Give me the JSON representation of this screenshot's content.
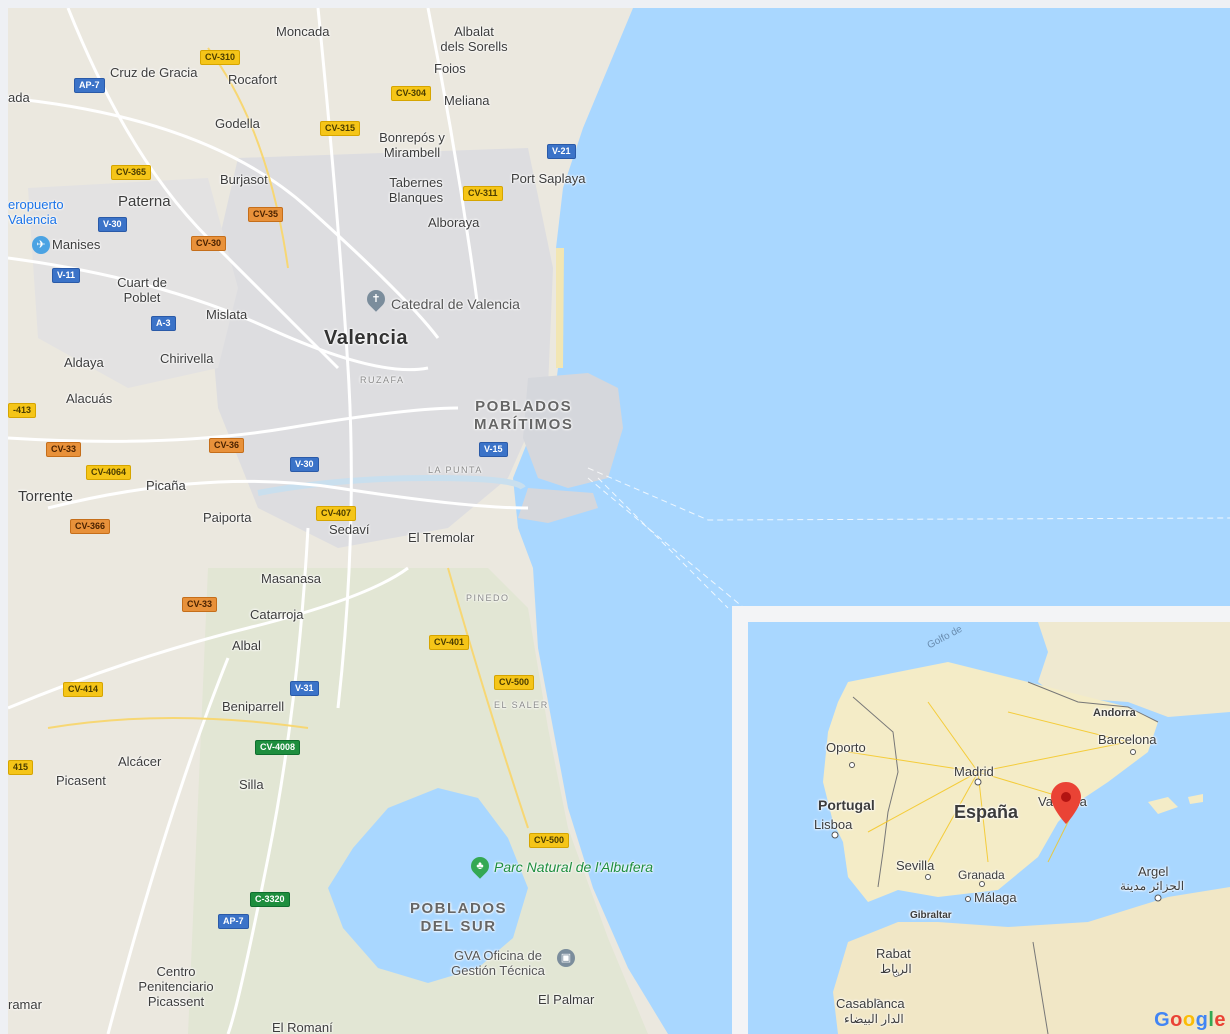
{
  "map": {
    "places": {
      "moncada": "Moncada",
      "albalat": "Albalat\ndels Sorells",
      "cruz": "Cruz de Gracia",
      "rocafort": "Rocafort",
      "ada": "ada",
      "foios": "Foios",
      "meliana": "Meliana",
      "godella": "Godella",
      "bonrepos": "Bonrepós y\nMirambell",
      "burjasot": "Burjasot",
      "tabernes": "Tabernes\nBlanques",
      "port_saplaya": "Port Saplaya",
      "paterna": "Paterna",
      "alboraya": "Alboraya",
      "aeropuerto": "eropuerto\nValencia",
      "manises": "Manises",
      "cuart": "Cuart de\nPoblet",
      "mislata": "Mislata",
      "catedral": "Catedral de Valencia",
      "valencia": "Valencia",
      "aldaya": "Aldaya",
      "chirivella": "Chirivella",
      "ruzafa": "RUZAFA",
      "poblados_maritimos": "POBLADOS\nMARÍTIMOS",
      "alacuas": "Alacuás",
      "la_punta": "LA PUNTA",
      "torrente": "Torrente",
      "picana": "Picaña",
      "paiporta": "Paiporta",
      "sedavi": "Sedaví",
      "el_tremolar": "El Tremolar",
      "masanasa": "Masanasa",
      "pinedo": "PINEDO",
      "catarroja": "Catarroja",
      "albal": "Albal",
      "el_saler": "EL SALER",
      "beniparrell": "Beniparrell",
      "alcacer": "Alcácer",
      "picasent": "Picasent",
      "silla": "Silla",
      "albufera": "Parc Natural de l'Albufera",
      "poblados_sur": "POBLADOS\nDEL SUR",
      "gva": "GVA Oficina de\nGestión Técnica",
      "centro": "Centro\nPenitenciario\nPicassent",
      "el_palmar": "El Palmar",
      "ramar": "ramar",
      "el_romani": "El Romaní"
    },
    "roads": {
      "cv310": "CV-310",
      "ap7a": "AP-7",
      "cv304": "CV-304",
      "cv315": "CV-315",
      "v21": "V-21",
      "cv365": "CV-365",
      "cv311": "CV-311",
      "cv35": "CV-35",
      "v30a": "V-30",
      "cv30": "CV-30",
      "v11": "V-11",
      "a3": "A-3",
      "r413": "-413",
      "cv33a": "CV-33",
      "cv36": "CV-36",
      "v30b": "V-30",
      "v15": "V-15",
      "cv4064": "CV-4064",
      "cv407": "CV-407",
      "cv366": "CV-366",
      "cv33b": "CV-33",
      "cv401": "CV-401",
      "cv500a": "CV-500",
      "cv414": "CV-414",
      "v31": "V-31",
      "cv4008": "CV-4008",
      "r415": "415",
      "cv500b": "CV-500",
      "c3320": "C-3320",
      "ap7b": "AP-7"
    }
  },
  "inset": {
    "golfo": "Golfo de",
    "andorra": "Andorra",
    "barcelona": "Barcelona",
    "oporto": "Oporto",
    "madrid": "Madrid",
    "portugal": "Portugal",
    "espana": "España",
    "valencia": "Valencia",
    "lisboa": "Lisboa",
    "sevilla": "Sevilla",
    "granada": "Granada",
    "malaga": "Málaga",
    "argel": "Argel",
    "argel_ar": "الجزائر مدينة",
    "gibraltar": "Gibraltar",
    "rabat": "Rabat",
    "rabat_ar": "الرباط",
    "casablanca": "Casablanca",
    "casablanca_ar": "الدار البيضاء",
    "google": "Google",
    "marker_color": "#ea4335"
  }
}
